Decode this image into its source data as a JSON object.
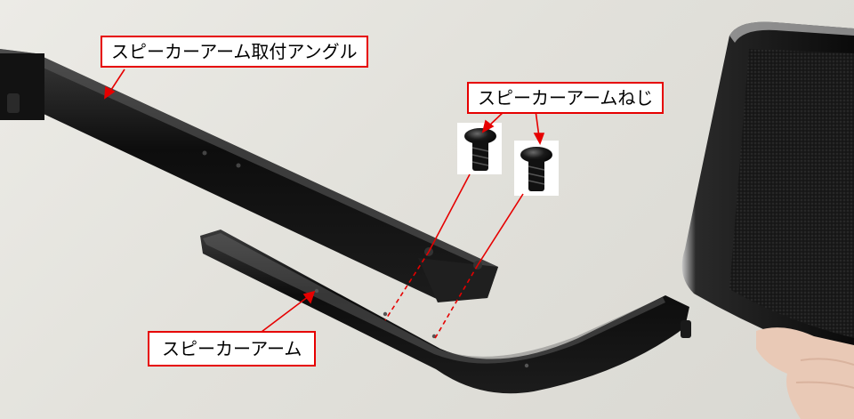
{
  "labels": {
    "bracket": "スピーカーアーム取付アングル",
    "screw": "スピーカーアームねじ",
    "arm": "スピーカーアーム"
  },
  "colors": {
    "callout_border": "#e60000",
    "callout_arrow": "#e60000",
    "metal": "#111111"
  }
}
